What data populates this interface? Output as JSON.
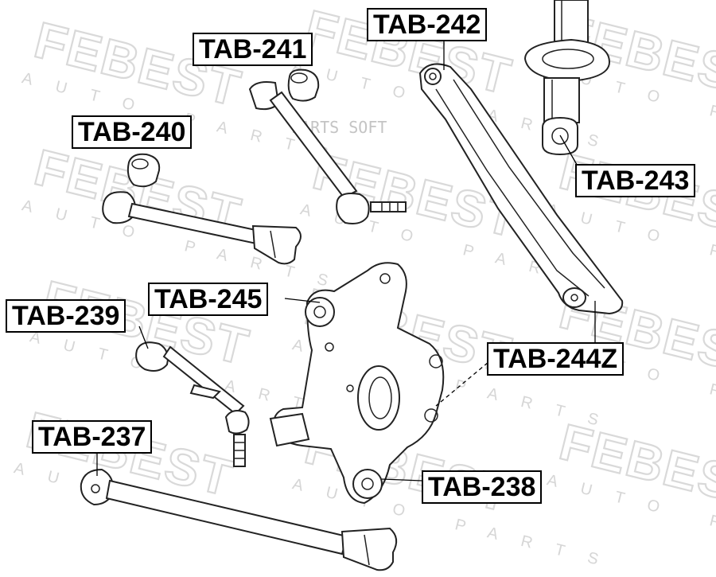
{
  "watermark": {
    "brand": "FEBEST",
    "sub": "AUTO PARTS",
    "overlay": "PARTS SOFT"
  },
  "labels": [
    {
      "id": "tab-241",
      "text": "TAB-241"
    },
    {
      "id": "tab-242",
      "text": "TAB-242"
    },
    {
      "id": "tab-240",
      "text": "TAB-240"
    },
    {
      "id": "tab-243",
      "text": "TAB-243"
    },
    {
      "id": "tab-245",
      "text": "TAB-245"
    },
    {
      "id": "tab-239",
      "text": "TAB-239"
    },
    {
      "id": "tab-244z",
      "text": "TAB-244Z"
    },
    {
      "id": "tab-237",
      "text": "TAB-237"
    },
    {
      "id": "tab-238",
      "text": "TAB-238"
    }
  ]
}
